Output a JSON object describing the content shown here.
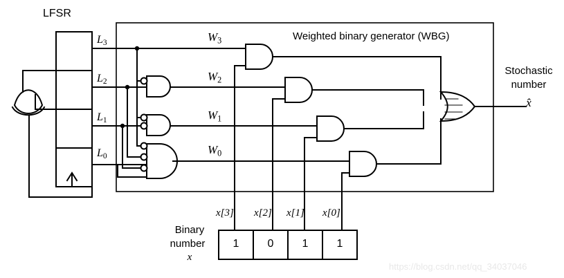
{
  "diagram": {
    "title_lfsr": "LFSR",
    "title_wbg": "Weighted binary generator (WBG)",
    "output_label_line1": "Stochastic",
    "output_label_line2": "number",
    "output_symbol": "x̂",
    "binary_label_line1": "Binary",
    "binary_label_line2": "number",
    "binary_symbol": "x",
    "watermark": "https://blog.csdn.net/qq_34037046"
  },
  "lfsr": {
    "name": "LFSR",
    "cells": [
      {
        "tap": "L3",
        "base": "L",
        "sub": "3"
      },
      {
        "tap": "L2",
        "base": "L",
        "sub": "2"
      },
      {
        "tap": "L1",
        "base": "L",
        "sub": "1"
      },
      {
        "tap": "L0",
        "base": "L",
        "sub": "0"
      }
    ],
    "feedback_gate": "xor-gate"
  },
  "weights": [
    {
      "name": "W3",
      "base": "W",
      "sub": "3",
      "gate": "buffer",
      "inputs": 1,
      "inverted": 0
    },
    {
      "name": "W2",
      "base": "W",
      "sub": "2",
      "gate": "and-gate",
      "inputs": 2,
      "inverted": 1
    },
    {
      "name": "W1",
      "base": "W",
      "sub": "1",
      "gate": "and-gate",
      "inputs": 3,
      "inverted": 2
    },
    {
      "name": "W0",
      "base": "W",
      "sub": "0",
      "gate": "and-gate",
      "inputs": 4,
      "inverted": 3
    }
  ],
  "binary_number": {
    "bit_labels": [
      {
        "text": "x[3]",
        "base": "x",
        "index": "[3]"
      },
      {
        "text": "x[2]",
        "base": "x",
        "index": "[2]"
      },
      {
        "text": "x[1]",
        "base": "x",
        "index": "[1]"
      },
      {
        "text": "x[0]",
        "base": "x",
        "index": "[0]"
      }
    ],
    "bits": [
      "1",
      "0",
      "1",
      "1"
    ],
    "value": "1011"
  },
  "output_gates": [
    {
      "name": "and-w3-x3",
      "inputs": [
        "W3",
        "x[3]"
      ]
    },
    {
      "name": "and-w2-x2",
      "inputs": [
        "W2",
        "x[2]"
      ]
    },
    {
      "name": "and-w1-x1",
      "inputs": [
        "W1",
        "x[1]"
      ]
    },
    {
      "name": "and-w0-x0",
      "inputs": [
        "W0",
        "x[0]"
      ]
    },
    {
      "name": "or-gate-output",
      "inputs": 4
    }
  ],
  "colors": {
    "stroke": "#000000",
    "background": "#ffffff",
    "watermark": "#e8e8e8"
  }
}
